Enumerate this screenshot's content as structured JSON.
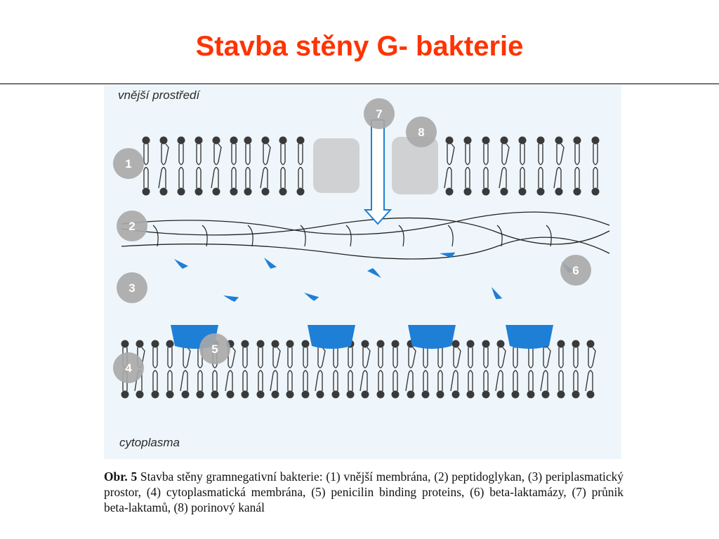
{
  "slide": {
    "title": "Stavba stěny G- bakterie"
  },
  "figure": {
    "label_top": "vnější prostředí",
    "label_bottom": "cytoplasma",
    "markers": [
      "1",
      "2",
      "3",
      "4",
      "5",
      "6",
      "7",
      "8"
    ],
    "colors": {
      "background": "#eef6fb",
      "lipid": "#3a3a3a",
      "protein": "#1e7fd6",
      "marker": "#a8a8a8",
      "porin": "#c8c8c8"
    }
  },
  "caption": {
    "prefix": "Obr. 5",
    "text": "Stavba stěny gramnegativní bakterie: (1) vnější membrána, (2) peptidoglykan, (3) periplasmatický prostor, (4) cytoplasmatická membrána, (5) penicilin binding proteins, (6) beta-laktamázy, (7) průnik beta-laktamů, (8) porinový kanál"
  }
}
